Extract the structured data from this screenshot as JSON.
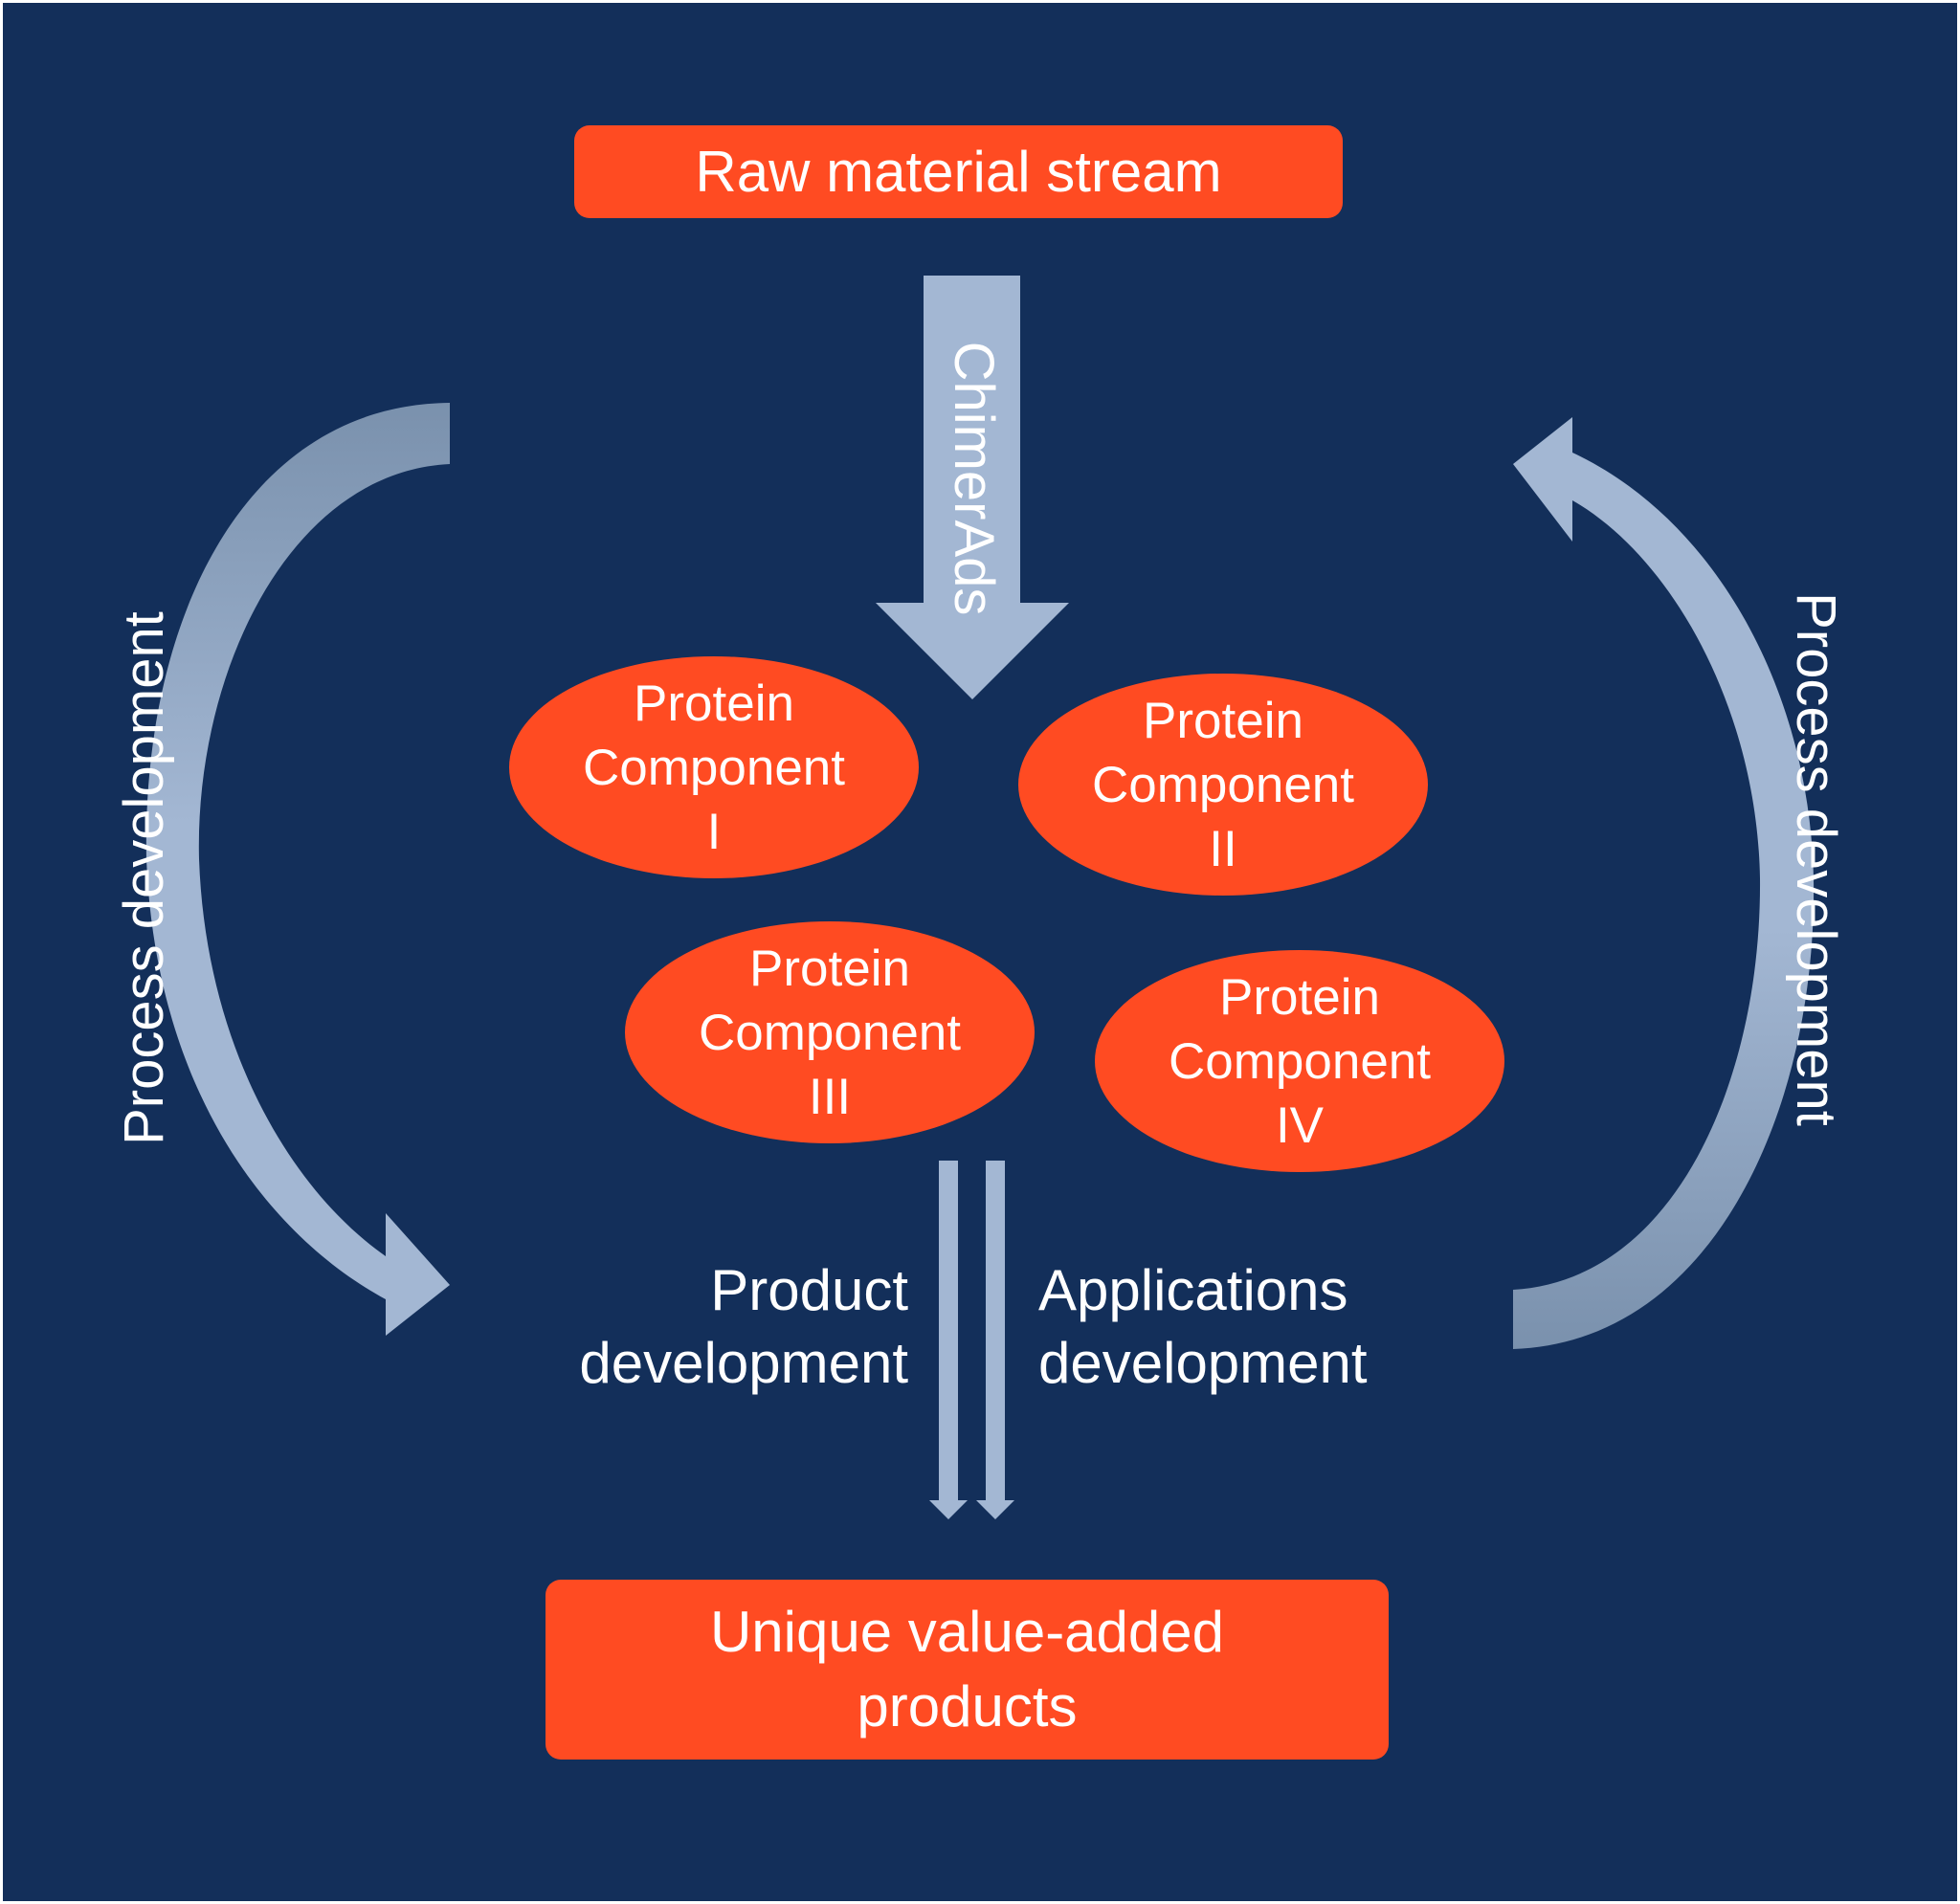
{
  "top_box": {
    "label": "Raw material stream"
  },
  "arrow_label": "ChimerAds",
  "components": [
    {
      "line1": "Protein",
      "line2": "Component",
      "numeral": "I"
    },
    {
      "line1": "Protein",
      "line2": "Component",
      "numeral": "II"
    },
    {
      "line1": "Protein",
      "line2": "Component",
      "numeral": "III"
    },
    {
      "line1": "Protein",
      "line2": "Component",
      "numeral": "IV"
    }
  ],
  "left_cycle_label": "Process development",
  "right_cycle_label": "Process development",
  "product_dev": {
    "line1": "Product",
    "line2": "development"
  },
  "applications_dev": {
    "line1": "Applications",
    "line2": "development"
  },
  "bottom_box": {
    "line1": "Unique value-added",
    "line2": "products"
  },
  "colors": {
    "background": "#132f5a",
    "accent": "#ff4b22",
    "arrow": "#a3b7d3",
    "text": "#ffffff"
  }
}
